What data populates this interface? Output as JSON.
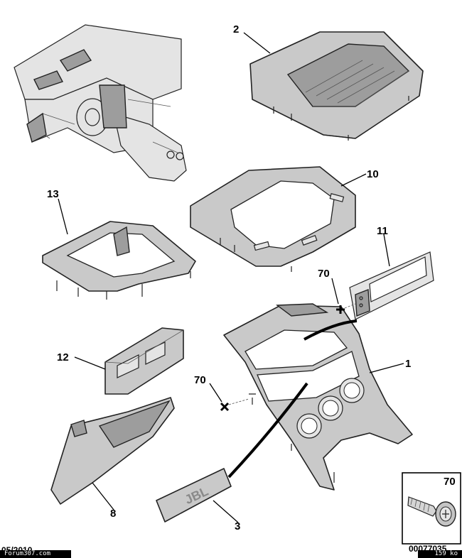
{
  "callouts": {
    "c2": "2",
    "c10": "10",
    "c13": "13",
    "c11": "11",
    "c70a": "70",
    "c12": "12",
    "c1": "1",
    "c70b": "70",
    "c8": "8",
    "c3": "3",
    "c70box": "70"
  },
  "badge_text": "JBL",
  "footer": {
    "date": "05/2010",
    "watermark": "Forum307.com",
    "doc_number": "00077035",
    "file_size": "159 ko"
  }
}
